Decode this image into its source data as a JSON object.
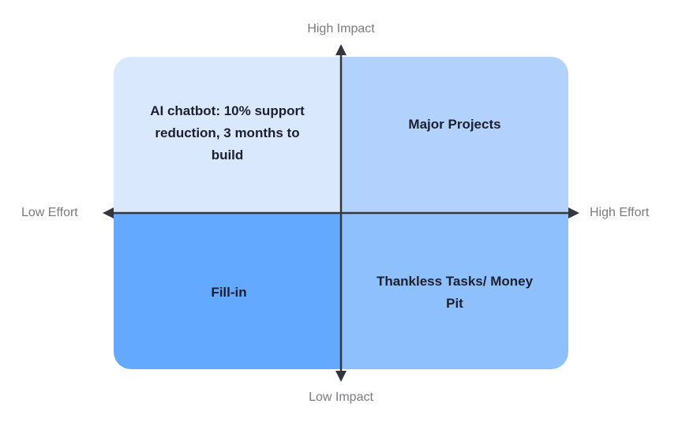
{
  "axes": {
    "top_label": "High Impact",
    "bottom_label": "Low Impact",
    "left_label": "Low Effort",
    "right_label": "High Effort"
  },
  "quadrants": {
    "top_left": {
      "label": "AI chatbot: 10% support reduction, 3 months to build",
      "color": "#dae8fd"
    },
    "top_right": {
      "label": "Major Projects",
      "color": "#b2d2fd"
    },
    "bottom_left": {
      "label": "Fill-in",
      "color": "#63a9ff"
    },
    "bottom_right": {
      "label": "Thankless Tasks/ Money Pit",
      "color": "#8ec0fe"
    }
  },
  "colors": {
    "axis": "#33363f",
    "axis_label": "#7b7b80",
    "quadrant_text": "#1c1f2e"
  }
}
